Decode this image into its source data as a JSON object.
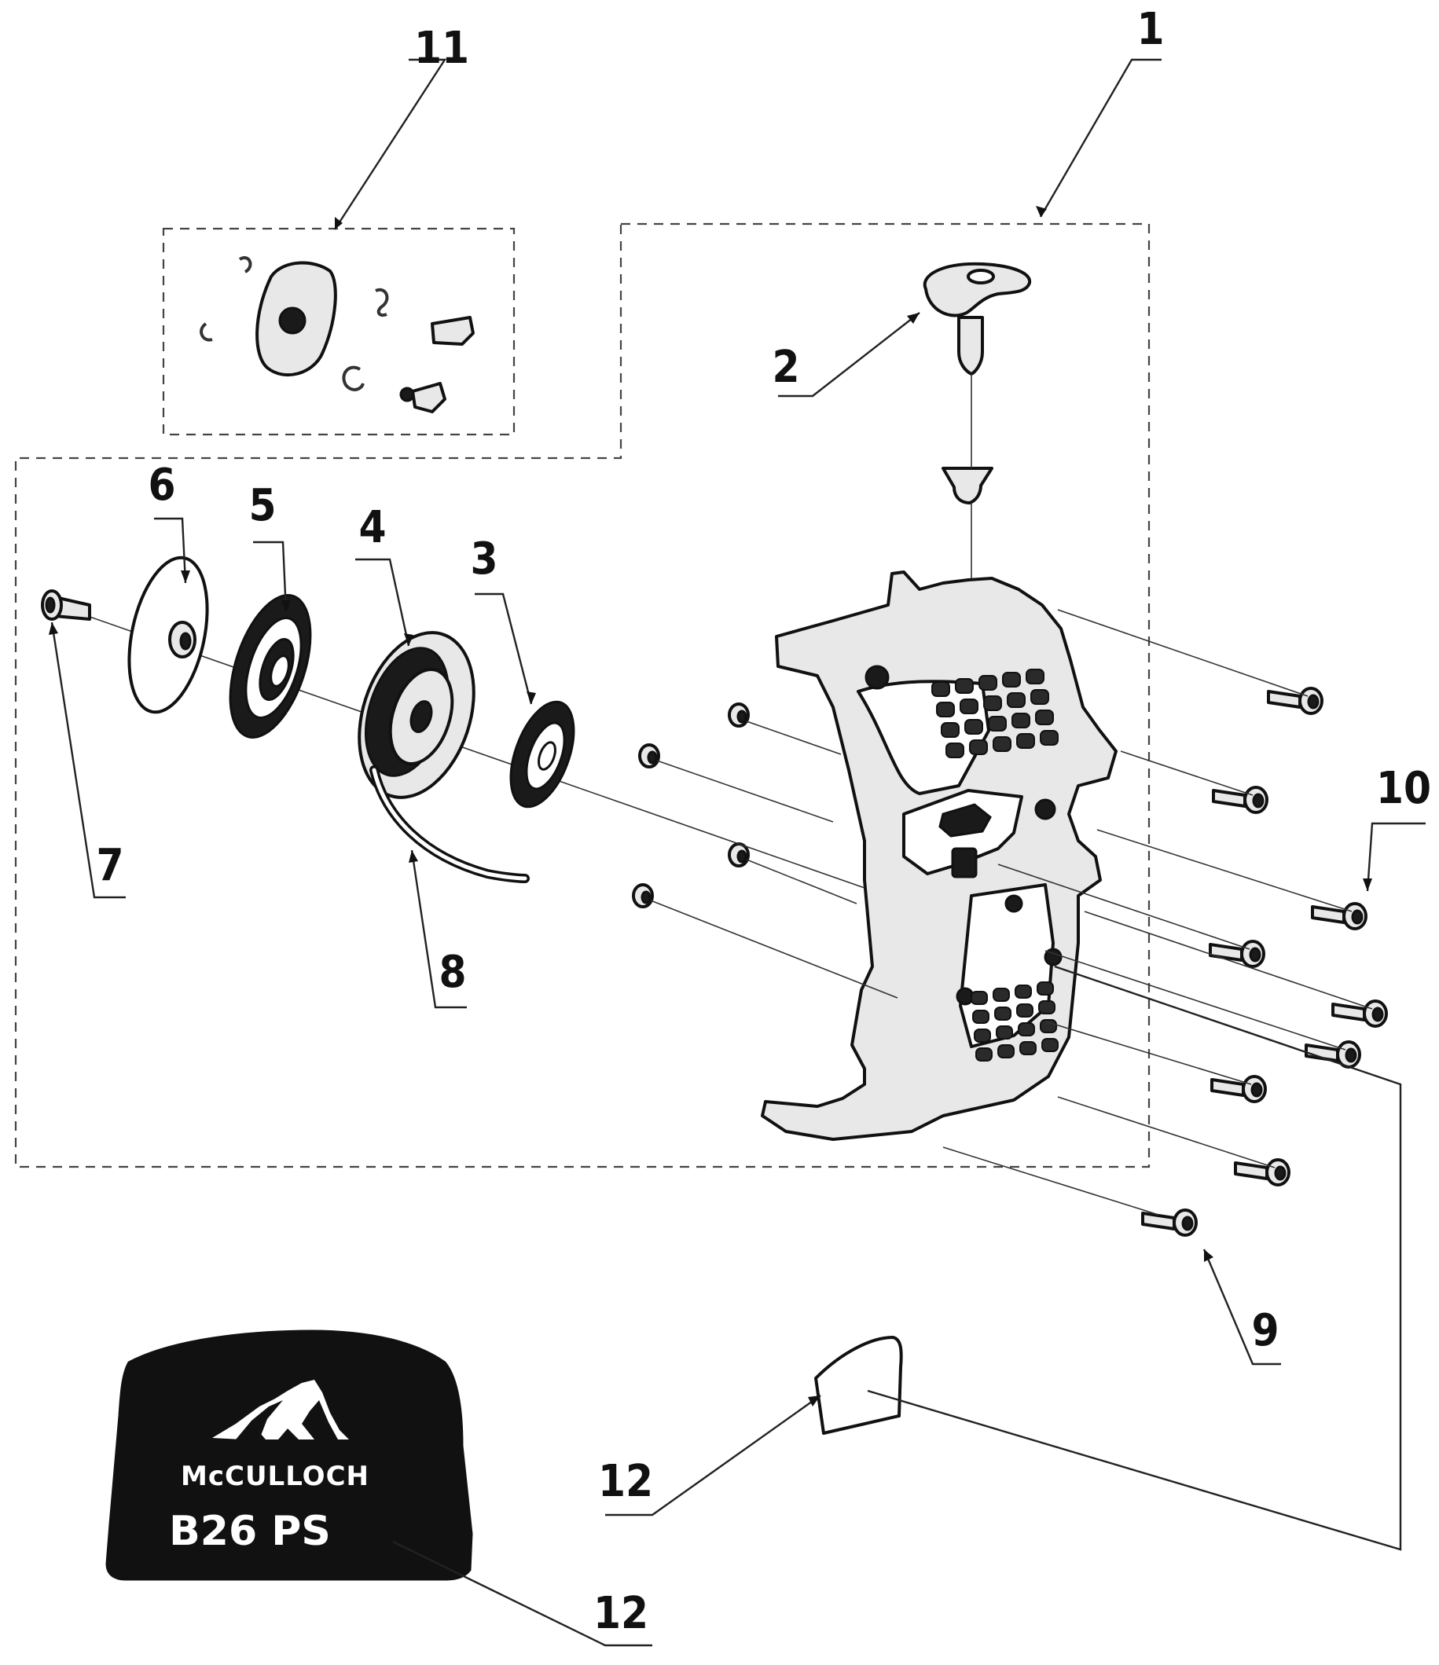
{
  "callouts": {
    "c1": "1",
    "c2": "2",
    "c3": "3",
    "c4": "4",
    "c5": "5",
    "c6": "6",
    "c7": "7",
    "c8": "8",
    "c9": "9",
    "c10": "10",
    "c11": "11",
    "c12a": "12",
    "c12b": "12"
  },
  "decal": {
    "brand": "McCULLOCH",
    "model": "B26 PS"
  },
  "colors": {
    "decal_background": "#111111",
    "line_art": "#111111"
  }
}
